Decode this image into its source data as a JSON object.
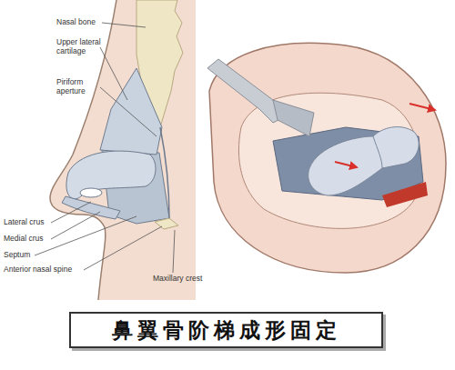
{
  "diagram": {
    "caption": "鼻翼骨阶梯成形固定",
    "labels": [
      "Nasal bone",
      "Upper lateral cartilage",
      "Piriform aperture",
      "Lateral crus",
      "Medial crus",
      "Septum",
      "Anterior nasal spine",
      "Maxillary crest"
    ]
  }
}
